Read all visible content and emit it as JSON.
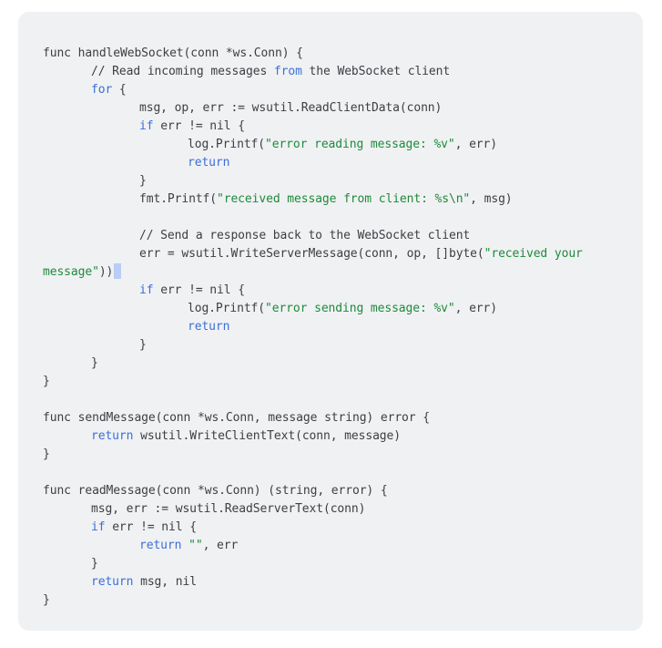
{
  "code": {
    "language": "go",
    "lines": [
      {
        "indent": 0,
        "tokens": [
          [
            "t",
            "func handleWebSocket(conn *ws.Conn) {"
          ]
        ]
      },
      {
        "indent": 1,
        "tokens": [
          [
            "t",
            "// Read incoming messages "
          ],
          [
            "kw",
            "from"
          ],
          [
            "t",
            " the WebSocket client"
          ]
        ]
      },
      {
        "indent": 1,
        "tokens": [
          [
            "kw",
            "for"
          ],
          [
            "t",
            " {"
          ]
        ]
      },
      {
        "indent": 2,
        "tokens": [
          [
            "t",
            "msg, op, err := wsutil.ReadClientData(conn)"
          ]
        ]
      },
      {
        "indent": 2,
        "tokens": [
          [
            "kw",
            "if"
          ],
          [
            "t",
            " err != nil {"
          ]
        ]
      },
      {
        "indent": 3,
        "tokens": [
          [
            "t",
            "log.Printf("
          ],
          [
            "str",
            "\"error reading message: %v\""
          ],
          [
            "t",
            ", err)"
          ]
        ]
      },
      {
        "indent": 3,
        "tokens": [
          [
            "kw",
            "return"
          ]
        ]
      },
      {
        "indent": 2,
        "tokens": [
          [
            "t",
            "}"
          ]
        ]
      },
      {
        "indent": 2,
        "tokens": [
          [
            "t",
            "fmt.Printf("
          ],
          [
            "str",
            "\"received message from client: %s\\n\""
          ],
          [
            "t",
            ", msg)"
          ]
        ]
      },
      {
        "indent": 0,
        "tokens": [
          [
            "t",
            ""
          ]
        ]
      },
      {
        "indent": 2,
        "tokens": [
          [
            "t",
            "// Send a response back to the WebSocket client"
          ]
        ]
      },
      {
        "indent": 2,
        "tokens": [
          [
            "t",
            "err = wsutil.WriteServerMessage(conn, op, []byte("
          ],
          [
            "str",
            "\"received your"
          ]
        ]
      },
      {
        "indent": 0,
        "tokens": [
          [
            "str",
            "message\""
          ],
          [
            "t",
            "))"
          ],
          [
            "cursor",
            ""
          ]
        ]
      },
      {
        "indent": 2,
        "tokens": [
          [
            "kw",
            "if"
          ],
          [
            "t",
            " err != nil {"
          ]
        ]
      },
      {
        "indent": 3,
        "tokens": [
          [
            "t",
            "log.Printf("
          ],
          [
            "str",
            "\"error sending message: %v\""
          ],
          [
            "t",
            ", err)"
          ]
        ]
      },
      {
        "indent": 3,
        "tokens": [
          [
            "kw",
            "return"
          ]
        ]
      },
      {
        "indent": 2,
        "tokens": [
          [
            "t",
            "}"
          ]
        ]
      },
      {
        "indent": 1,
        "tokens": [
          [
            "t",
            "}"
          ]
        ]
      },
      {
        "indent": 0,
        "tokens": [
          [
            "t",
            "}"
          ]
        ]
      },
      {
        "indent": 0,
        "tokens": [
          [
            "t",
            ""
          ]
        ]
      },
      {
        "indent": 0,
        "tokens": [
          [
            "t",
            "func sendMessage(conn *ws.Conn, message string) error {"
          ]
        ]
      },
      {
        "indent": 1,
        "tokens": [
          [
            "kw",
            "return"
          ],
          [
            "t",
            " wsutil.WriteClientText(conn, message)"
          ]
        ]
      },
      {
        "indent": 0,
        "tokens": [
          [
            "t",
            "}"
          ]
        ]
      },
      {
        "indent": 0,
        "tokens": [
          [
            "t",
            ""
          ]
        ]
      },
      {
        "indent": 0,
        "tokens": [
          [
            "t",
            "func readMessage(conn *ws.Conn) (string, error) {"
          ]
        ]
      },
      {
        "indent": 1,
        "tokens": [
          [
            "t",
            "msg, err := wsutil.ReadServerText(conn)"
          ]
        ]
      },
      {
        "indent": 1,
        "tokens": [
          [
            "kw",
            "if"
          ],
          [
            "t",
            " err != nil {"
          ]
        ]
      },
      {
        "indent": 2,
        "tokens": [
          [
            "kw",
            "return"
          ],
          [
            "t",
            " "
          ],
          [
            "str",
            "\"\""
          ],
          [
            "t",
            ", err"
          ]
        ]
      },
      {
        "indent": 1,
        "tokens": [
          [
            "t",
            "}"
          ]
        ]
      },
      {
        "indent": 1,
        "tokens": [
          [
            "kw",
            "return"
          ],
          [
            "t",
            " msg, nil"
          ]
        ]
      },
      {
        "indent": 0,
        "tokens": [
          [
            "t",
            "}"
          ]
        ]
      }
    ]
  },
  "colors": {
    "background": "#f0f1f3",
    "text": "#3c4043",
    "keyword": "#3a6fd8",
    "string": "#1e8a3c",
    "cursor": "#b9cdf5"
  }
}
